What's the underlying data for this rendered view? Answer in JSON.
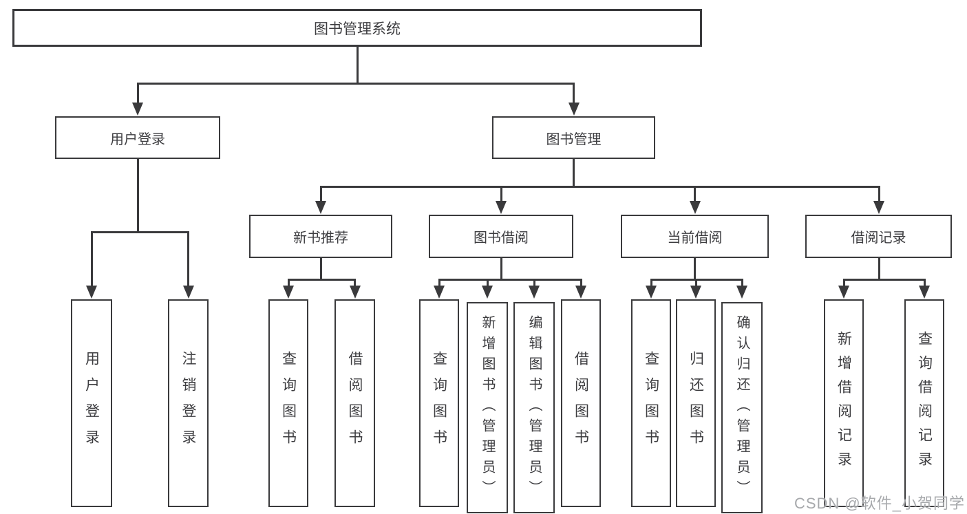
{
  "diagram": {
    "nodes": {
      "root": "图书管理系统",
      "userLogin": "用户登录",
      "bookMgmt": "图书管理",
      "newBookRec": "新书推荐",
      "bookBorrow": "图书借阅",
      "currentBorrow": "当前借阅",
      "borrowRecords": "借阅记录",
      "leafUserLogin": "用户登录",
      "leafLogout": "注销登录",
      "leafQueryBooks1": "查询图书",
      "leafBorrowBooks1": "借阅图书",
      "leafQueryBooks2": "查询图书",
      "leafAddBooksAdmin": "新增图书（管理员）",
      "leafEditBooksAdmin": "编辑图书（管理员）",
      "leafBorrowBooks2": "借阅图书",
      "leafQueryBooks3": "查询图书",
      "leafReturnBooks": "归还图书",
      "leafConfirmReturnAdmin": "确认归还（管理员）",
      "leafAddBorrowRecord": "新增借阅记录",
      "leafQueryBorrowRecord": "查询借阅记录"
    },
    "hierarchy": {
      "图书管理系统": {
        "用户登录": [
          "用户登录",
          "注销登录"
        ],
        "图书管理": {
          "新书推荐": [
            "查询图书",
            "借阅图书"
          ],
          "图书借阅": [
            "查询图书",
            "新增图书（管理员）",
            "编辑图书（管理员）",
            "借阅图书"
          ],
          "当前借阅": [
            "查询图书",
            "归还图书",
            "确认归还（管理员）"
          ],
          "借阅记录": [
            "新增借阅记录",
            "查询借阅记录"
          ]
        }
      }
    },
    "colors": {
      "line": "#3a3a3c",
      "text": "#3d3d40",
      "background": "#ffffff",
      "watermark_text_color": "#a7a9ac"
    }
  },
  "watermark": "CSDN @软件_小贺同学"
}
